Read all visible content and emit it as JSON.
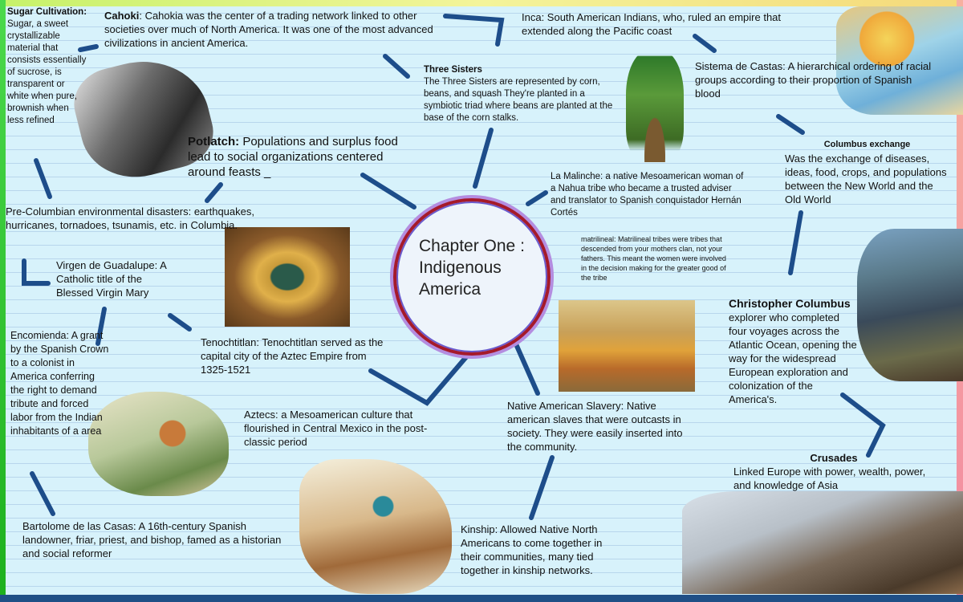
{
  "center": {
    "line1": "Chapter One :",
    "line2": "Indigenous",
    "line3": "America"
  },
  "nodes": {
    "sugar": {
      "title": "Sugar Cultivation:",
      "body": "Sugar, a sweet crystallizable material that consists essentially of sucrose, is transparent or white when pure, brownish when less refined"
    },
    "cahoki": {
      "title": "Cahoki",
      "body": ": Cahokia was the center of a trading network linked to other societies over much of North America. It was one of the most advanced civilizations in ancient America."
    },
    "inca": {
      "body": "Inca: South American Indians, who, ruled an empire that extended along the Pacific coast"
    },
    "three_sisters": {
      "title": "Three Sisters",
      "body": "The Three Sisters are represented by corn, beans, and squash They're planted in a symbiotic triad where beans are planted at the base of the corn stalks."
    },
    "castas": {
      "body": "Sistema de Castas: A hierarchical ordering of racial groups according to their proportion of Spanish blood"
    },
    "potlatch": {
      "title": "Potlatch:",
      "body": " Populations and surplus food lead to social organizations centered around feasts _"
    },
    "columbus_exchange": {
      "title": "Columbus exchange",
      "body": "Was the exchange of diseases, ideas, food, crops, and populations between the New World and the Old World"
    },
    "malinche": {
      "body": "La Malinche: a native Mesoamerican woman of a Nahua tribe who became a trusted adviser and translator to Spanish conquistador Hernán Cortés"
    },
    "disasters": {
      "body": "Pre-Columbian environmental disasters: earthquakes, hurricanes, tornadoes, tsunamis, etc. in Columbia."
    },
    "matrilineal": {
      "body": "matrilineal: Matrilineal tribes were tribes that descended from your mothers clan, not your fathers. This meant the women were involved in the decision making for the greater good of the tribe"
    },
    "guadalupe": {
      "body": "Virgen de Guadalupe: A Catholic title of the Blessed Virgin Mary"
    },
    "christopher": {
      "title": "Christopher Columbus",
      "body": "explorer who completed four voyages across the Atlantic Ocean, opening the way for the widespread European exploration and colonization of the America's."
    },
    "encomienda": {
      "body": "Encomienda: A grant by the Spanish Crown to a colonist in America conferring the right to demand tribute and forced labor from the Indian inhabitants of a area"
    },
    "tenochtitlan": {
      "body": "Tenochtitlan: Tenochtitlan served as the capital city of the Aztec Empire from 1325-1521"
    },
    "slavery": {
      "body": "Native American Slavery: Native american slaves that were outcasts in society. They were easily inserted into the community."
    },
    "aztecs": {
      "body": "Aztecs: a Mesoamerican culture that flourished in Central Mexico in the post-classic period"
    },
    "crusades": {
      "title": "Crusades",
      "body": "Linked Europe with power, wealth, power, and knowledge of Asia"
    },
    "bartolome": {
      "body": "Bartolome de las Casas: A 16th-century Spanish landowner, friar, priest, and bishop, famed as a historian and social reformer"
    },
    "kinship": {
      "body": "Kinship: Allowed Native North Americans to come together in their communities, many tied together in kinship networks."
    }
  },
  "colors": {
    "connector": "#1d4d8a",
    "ring": "#a51a2a",
    "ring_halo": "#b48de0"
  }
}
